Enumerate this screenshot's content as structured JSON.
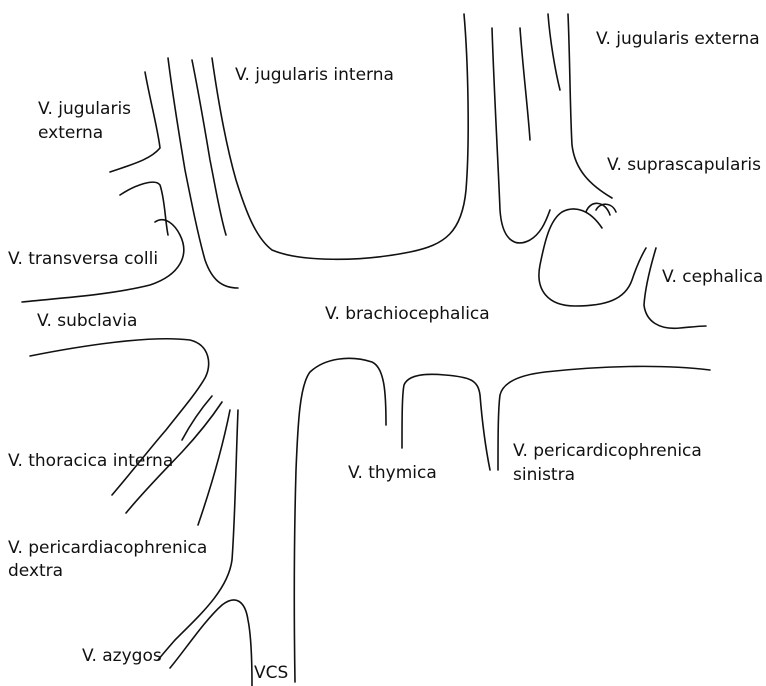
{
  "diagram": {
    "stroke_color": "#111111",
    "background": "#ffffff",
    "labels": {
      "jugularis_interna": "V. jugularis interna",
      "jugularis_externa_right": "V. jugularis externa",
      "jugularis_externa_left_line1": "V. jugularis",
      "jugularis_externa_left_line2": "externa",
      "suprascapularis": "V. suprascapularis",
      "transversa_colli": "V. transversa colli",
      "cephalica": "V. cephalica",
      "subclavia": "V. subclavia",
      "brachiocephalica": "V. brachiocephalica",
      "thoracica_interna": "V. thoracica interna",
      "pericardicophrenica_sinistra_line1": "V. pericardicophrenica",
      "pericardicophrenica_sinistra_line2": "sinistra",
      "thymica": "V. thymica",
      "pericardiacophrenica_dextra_line1": "V. pericardiacophrenica",
      "pericardiacophrenica_dextra_line2": "dextra",
      "azygos": "V. azygos",
      "vcs": "VCS"
    }
  }
}
